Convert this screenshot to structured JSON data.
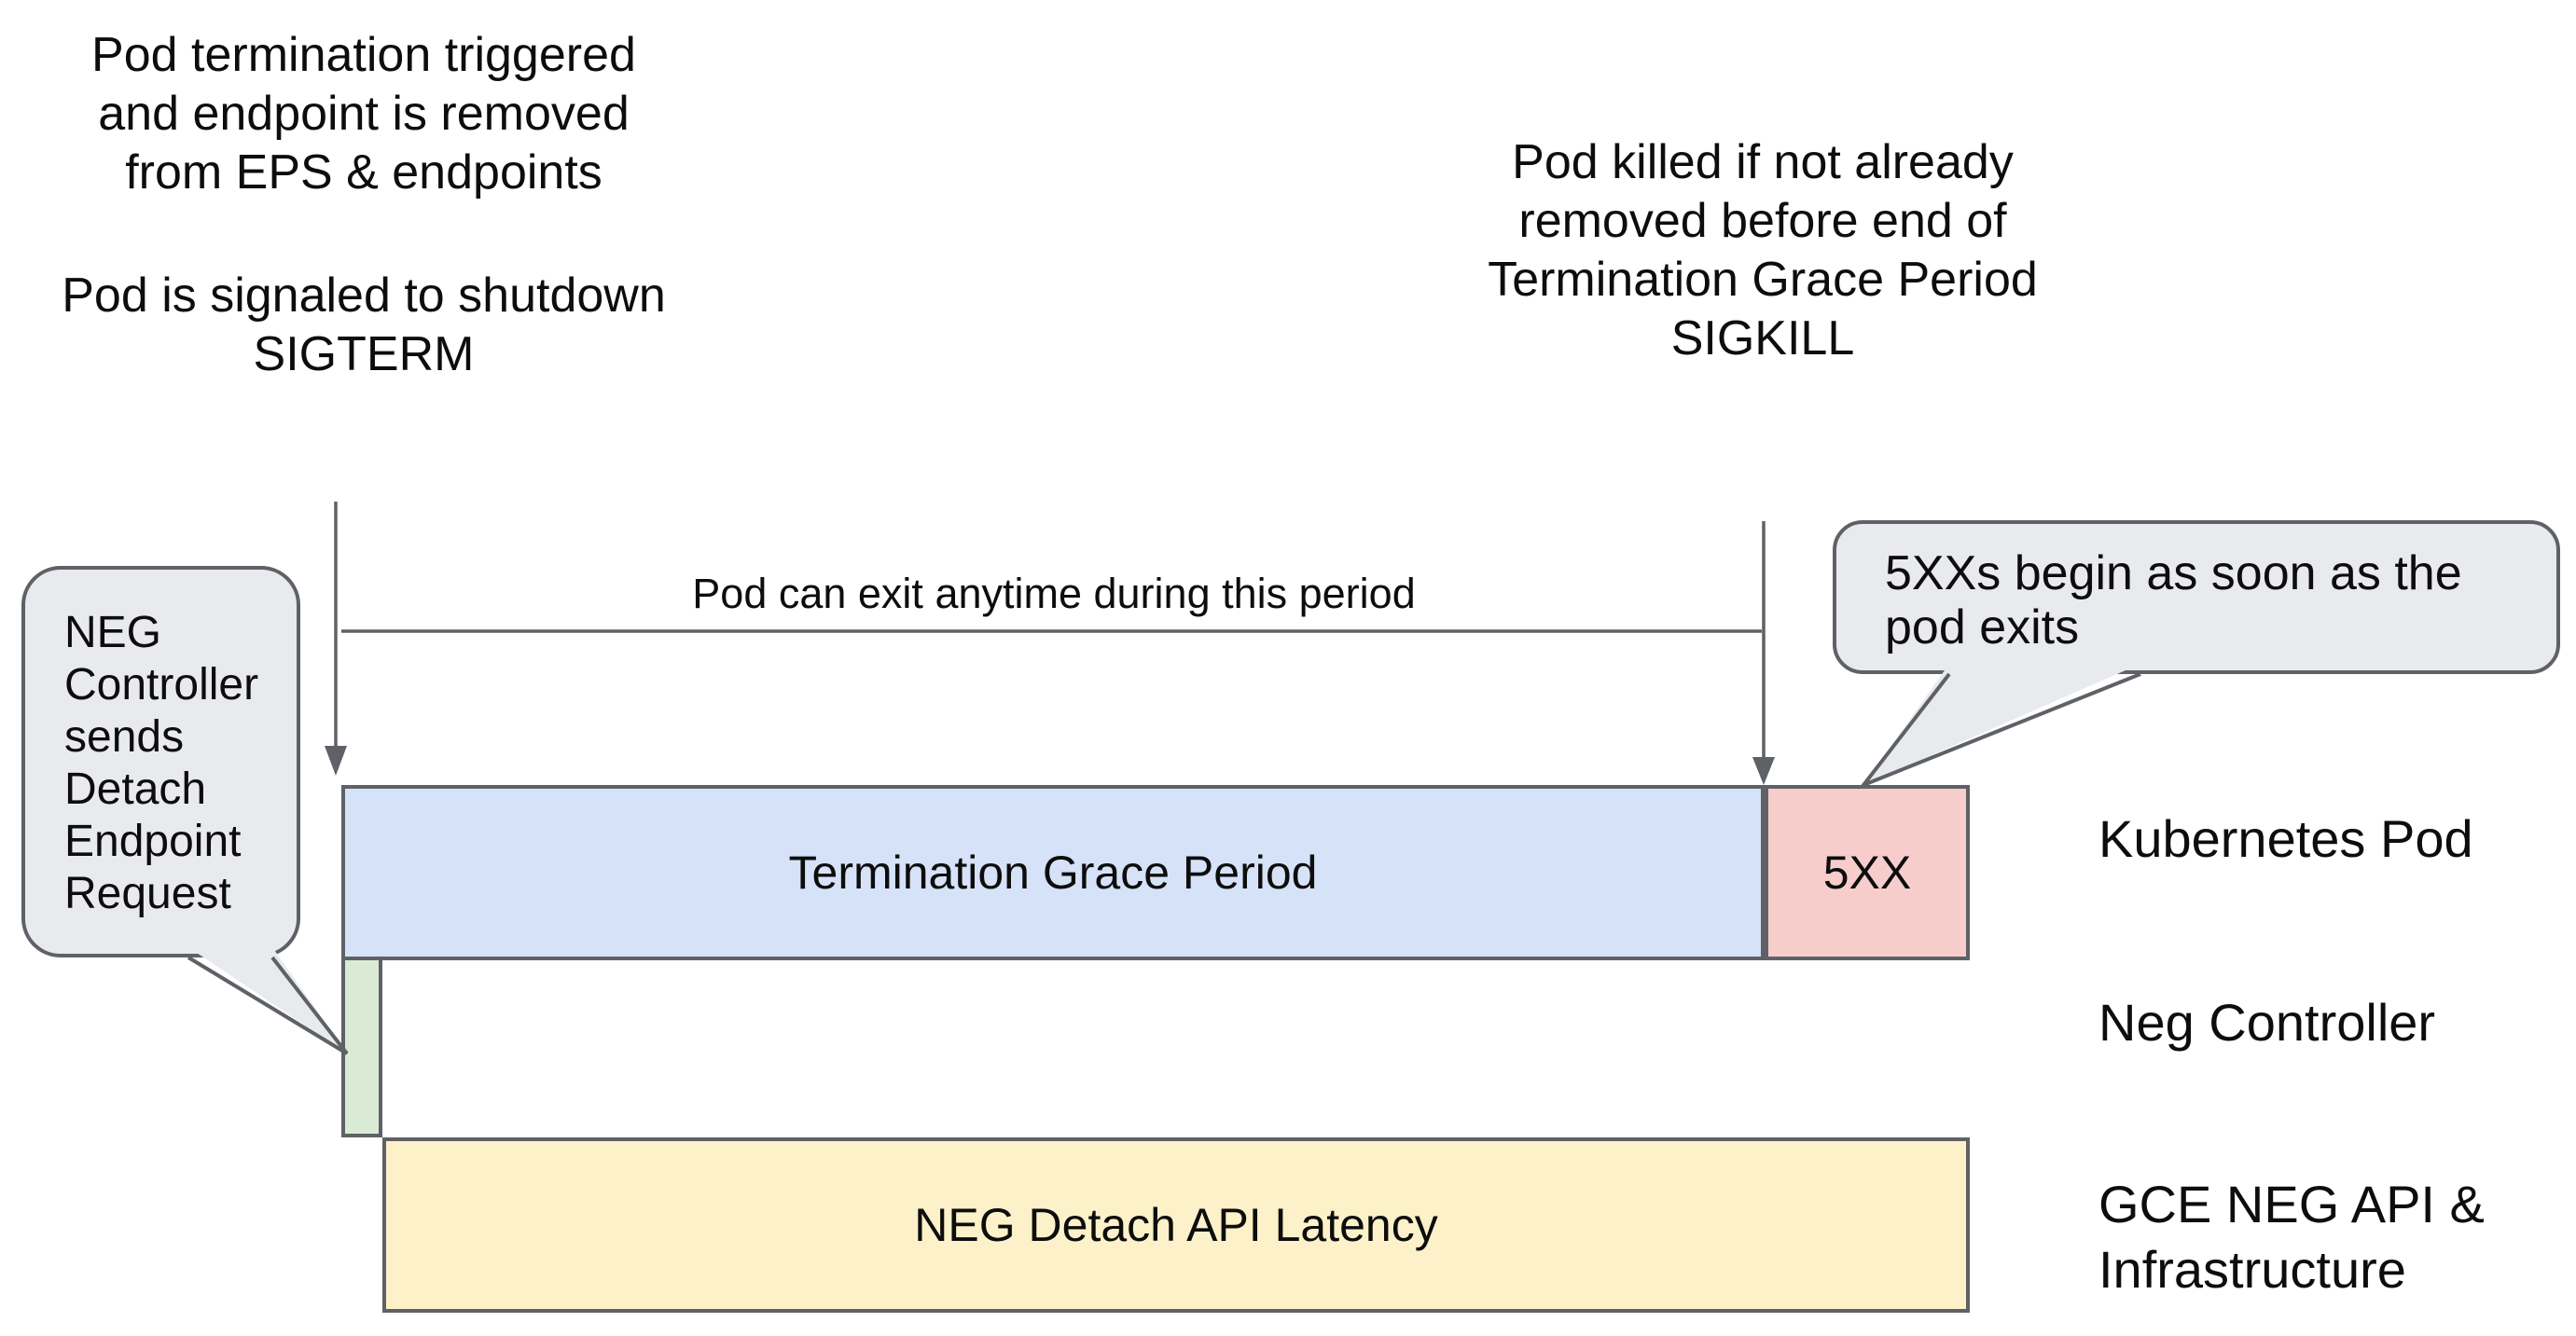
{
  "colors": {
    "border": "#5e6165",
    "arrow": "#5e6165",
    "bar_blue": "#d5e2f7",
    "bar_red": "#f7cdcc",
    "bar_green": "#d9ead5",
    "bar_yellow": "#fcf1c9",
    "callout_bg": "#e9eaee",
    "text": "#0d0d0d"
  },
  "annotations": {
    "pod_termination": {
      "lines": [
        "Pod termination triggered",
        "and endpoint is removed",
        "from EPS & endpoints"
      ]
    },
    "pod_signal": {
      "lines": [
        "Pod is signaled to shutdown",
        "SIGTERM"
      ]
    },
    "pod_killed": {
      "lines": [
        "Pod killed if not already",
        "removed before end of",
        "Termination Grace Period",
        "SIGKILL"
      ]
    },
    "exit_period": "Pod can exit anytime during this period"
  },
  "callouts": {
    "neg_controller": {
      "lines": [
        "NEG",
        "Controller",
        "sends",
        "Detach",
        "Endpoint",
        "Request"
      ]
    },
    "five_xx": {
      "lines": [
        "5XXs begin as soon as the",
        "pod exits"
      ]
    }
  },
  "bars": {
    "grace_period": "Termination Grace Period",
    "five_xx": "5XX",
    "neg_detach": "NEG Detach API Latency"
  },
  "row_labels": {
    "kubernetes_pod": "Kubernetes Pod",
    "neg_controller": "Neg Controller",
    "gce_neg": {
      "lines": [
        "GCE NEG API &",
        "Infrastructure"
      ]
    }
  }
}
